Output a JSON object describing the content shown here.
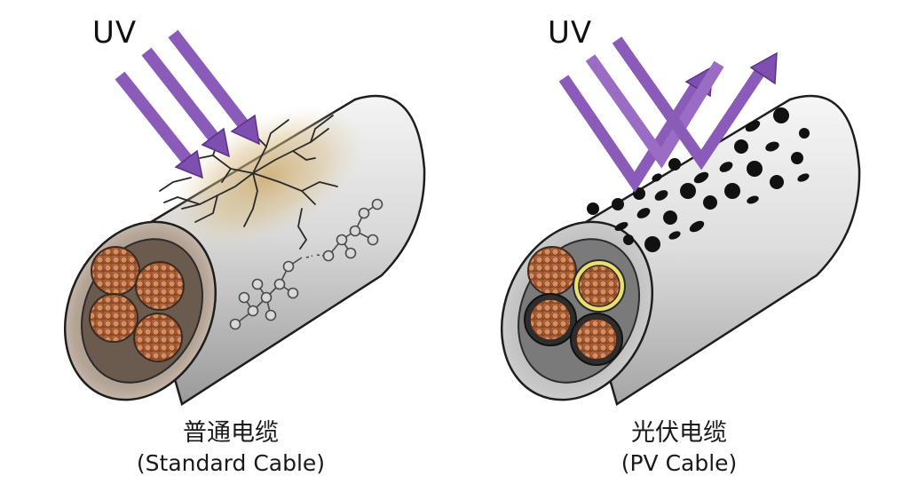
{
  "left_panel": {
    "uv_label": "UV",
    "caption_zh": "普通电缆",
    "caption_en": "(Standard Cable)"
  },
  "right_panel": {
    "uv_label": "UV",
    "caption_zh": "光伏电缆",
    "caption_en": "(PV Cable)"
  },
  "colors": {
    "uv_arrow": "#8a5bb8",
    "uv_arrow_dark": "#6a3f99",
    "sheath": "#dcdcdc",
    "copper": "#c8784a",
    "crack": "#2b2b2b",
    "molecule_node": "#d9d9d9",
    "pv_core_yellow_ring": "#e8e070",
    "holes": "#111111"
  }
}
